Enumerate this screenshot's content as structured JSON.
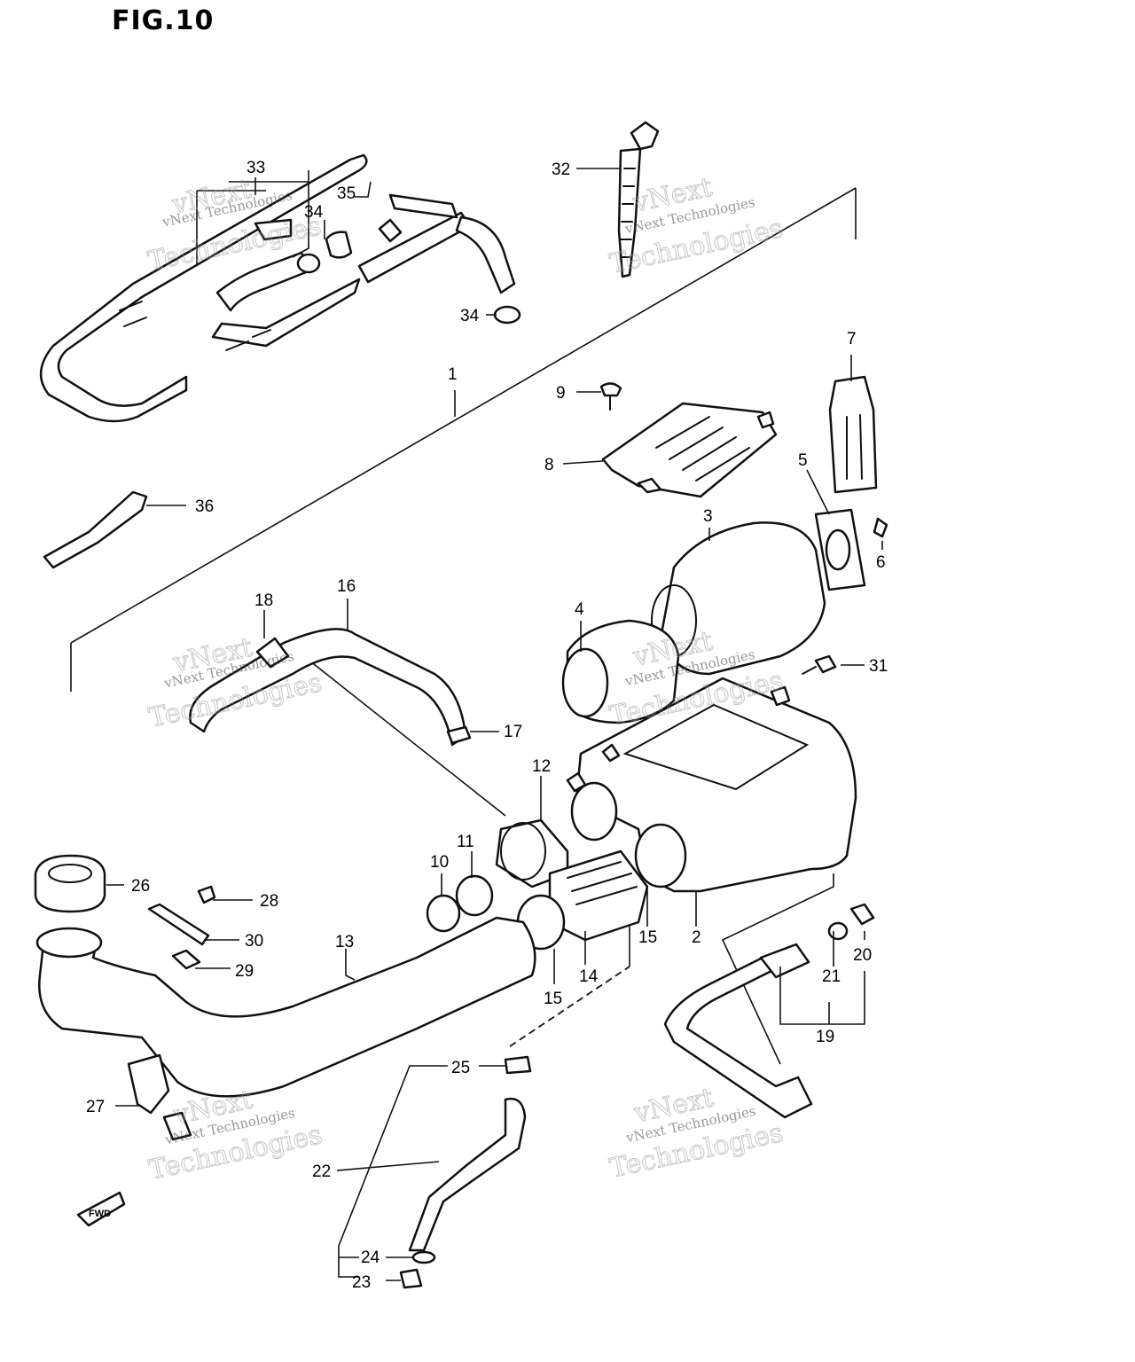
{
  "figure_title": "FIG.10",
  "watermark": {
    "line1": "vNext",
    "line2": "vNext Technologies",
    "line3": "Technologies"
  },
  "fwd_label": "FWD",
  "callouts": {
    "p1": "1",
    "p2": "2",
    "p3": "3",
    "p4": "4",
    "p5": "5",
    "p6": "6",
    "p7": "7",
    "p8": "8",
    "p9": "9",
    "p10": "10",
    "p11": "11",
    "p12": "12",
    "p13": "13",
    "p14": "14",
    "p15a": "15",
    "p15b": "15",
    "p16": "16",
    "p17": "17",
    "p18": "18",
    "p19": "19",
    "p20": "20",
    "p21": "21",
    "p22": "22",
    "p23": "23",
    "p24": "24",
    "p25": "25",
    "p26": "26",
    "p27": "27",
    "p28": "28",
    "p29": "29",
    "p30": "30",
    "p31": "31",
    "p32": "32",
    "p33": "33",
    "p34a": "34",
    "p34b": "34",
    "p35": "35",
    "p36": "36"
  }
}
